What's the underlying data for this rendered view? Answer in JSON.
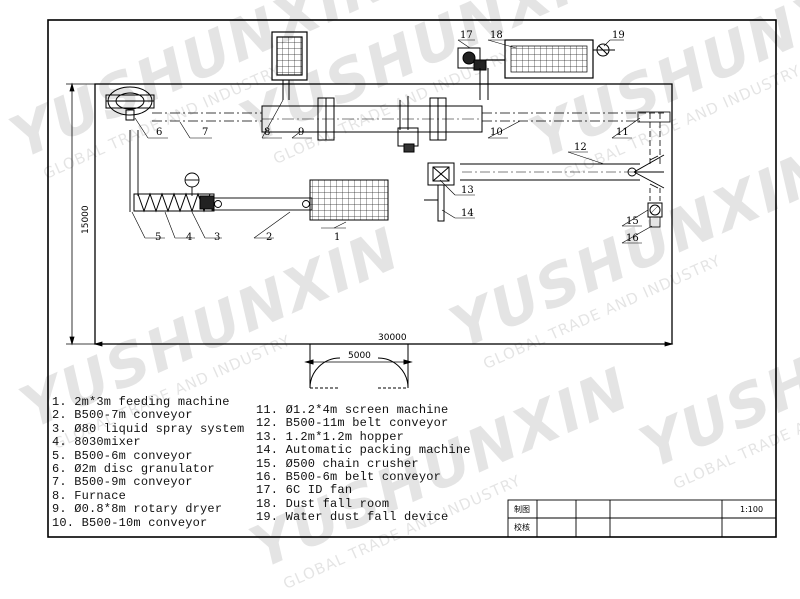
{
  "watermark": {
    "brand": "YUSHUNXIN",
    "tagline": "GLOBAL TRADE AND INDUSTRY"
  },
  "dimensions": {
    "length": "30000",
    "width": "15000",
    "detail": "5000"
  },
  "callouts": [
    "1",
    "2",
    "3",
    "4",
    "5",
    "6",
    "7",
    "8",
    "9",
    "10",
    "11",
    "12",
    "13",
    "14",
    "15",
    "16",
    "17",
    "18",
    "19"
  ],
  "legend": [
    "1.  2m*3m feeding machine",
    "2.  B500-7m conveyor",
    "3.  Ø80 liquid spray system",
    "4.  8030mixer",
    "5.  B500-6m conveyor",
    "6.  Ø2m disc granulator",
    "7.  B500-9m conveyor",
    "8.  Furnace",
    "9.  Ø0.8*8m rotary dryer",
    "10.  B500-10m conveyor",
    "11.  Ø1.2*4m screen machine",
    "12.  B500-11m belt conveyor",
    "13.  1.2m*1.2m hopper",
    "14.  Automatic packing machine",
    "15.  Ø500 chain crusher",
    "16.  B500-6m belt conveyor",
    "17.  6C ID fan",
    "18.  Dust fall room",
    "19.  Water dust fall device"
  ],
  "title_block": {
    "drawn_label": "制图",
    "check_label": "校核",
    "scale": "1:100"
  }
}
